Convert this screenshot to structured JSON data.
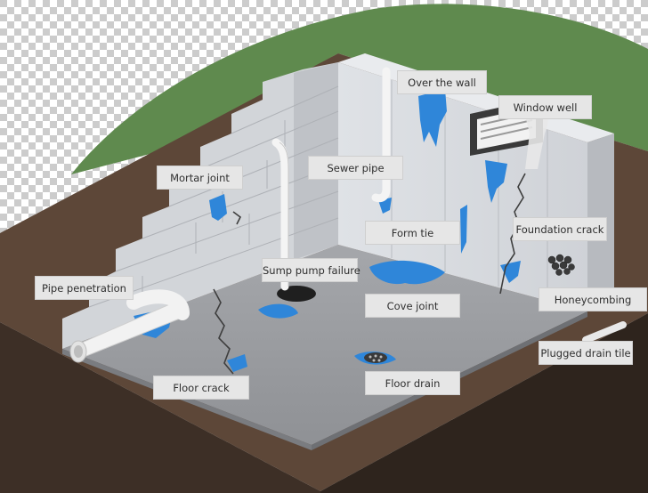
{
  "labels": {
    "over_the_wall": "Over the wall",
    "window_well": "Window well",
    "mortar_joint": "Mortar joint",
    "sewer_pipe": "Sewer pipe",
    "form_tie": "Form tie",
    "foundation_crack": "Foundation crack",
    "sump_pump_failure": "Sump pump failure",
    "pipe_penetration": "Pipe penetration",
    "cove_joint": "Cove joint",
    "honeycombing": "Honeycombing",
    "plugged_drain_tile": "Plugged drain tile",
    "floor_crack": "Floor crack",
    "floor_drain": "Floor drain"
  },
  "colors": {
    "checker_light": "#ffffff",
    "checker_dark": "#cccccc",
    "grass": "#5f8a4e",
    "soil": "#5d4738",
    "floor": "#9c9ea2",
    "wall_light": "#dcdfe3",
    "wall_mid": "#c5c8cd",
    "water": "#2f86d9",
    "label_bg": "#e6e6e6"
  }
}
